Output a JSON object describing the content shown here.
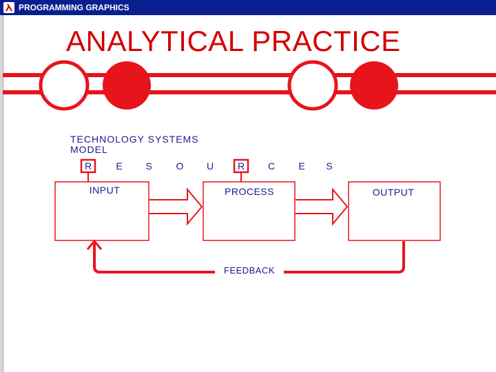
{
  "window": {
    "title": "PROGRAMMING GRAPHICS",
    "icon": "lambda-icon"
  },
  "slide": {
    "title": "ANALYTICAL PRACTICE"
  },
  "diagram": {
    "heading_line1": "TECHNOLOGY SYSTEMS",
    "heading_line2": "MODEL",
    "resources_letters": [
      "R",
      "E",
      "S",
      "O",
      "U",
      "R",
      "C",
      "E",
      "S"
    ],
    "boxes": {
      "input": "INPUT",
      "process": "PROCESS",
      "output": "OUTPUT"
    },
    "feedback": "FEEDBACK"
  },
  "colors": {
    "accent": "#e8141c",
    "titlebar": "#0a1f8f",
    "text": "#1a1a8c"
  }
}
